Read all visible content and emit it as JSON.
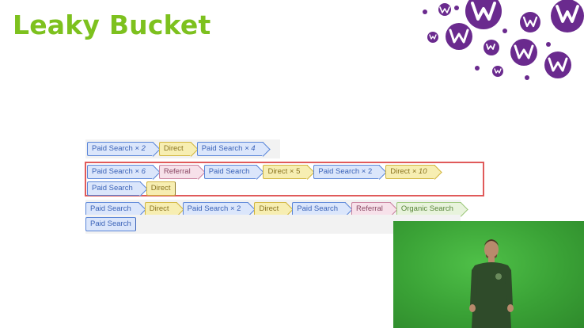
{
  "slide": {
    "title": "Leaky Bucket"
  },
  "brand": {
    "accent_color": "#7dc11e",
    "logo_color": "#6a2a8e",
    "logo_icon": "w-bubble-logo-icon"
  },
  "paths": {
    "row1": [
      {
        "label": "Paid Search",
        "count": "× 2",
        "type": "paid"
      },
      {
        "label": "Direct",
        "type": "direct"
      },
      {
        "label": "Paid Search",
        "count": "× 4",
        "type": "paid"
      }
    ],
    "row2": [
      {
        "label": "Paid Search",
        "count": "× 6",
        "type": "paid"
      },
      {
        "label": "Referral",
        "type": "referral"
      },
      {
        "label": "Paid Search",
        "type": "paid"
      },
      {
        "label": "Direct",
        "count": "× 5",
        "type": "direct"
      },
      {
        "label": "Paid Search",
        "count": "× 2",
        "type": "paid"
      },
      {
        "label": "Direct",
        "count": "× 10",
        "type": "direct"
      }
    ],
    "row3": [
      {
        "label": "Paid Search",
        "type": "paid"
      },
      {
        "label": "Direct",
        "type": "direct"
      }
    ],
    "row4": [
      {
        "label": "Paid Search",
        "type": "paid"
      },
      {
        "label": "Direct",
        "type": "direct"
      },
      {
        "label": "Paid Search",
        "count": "× 2",
        "type": "paid"
      },
      {
        "label": "Direct",
        "type": "direct"
      },
      {
        "label": "Paid Search",
        "type": "paid"
      },
      {
        "label": "Referral",
        "type": "referral"
      },
      {
        "label": "Organic Search",
        "type": "organic"
      }
    ],
    "row5": [
      {
        "label": "Paid Search",
        "type": "paid"
      }
    ]
  },
  "presenter": {
    "background": "green-screen",
    "icon": "presenter-video-icon"
  }
}
